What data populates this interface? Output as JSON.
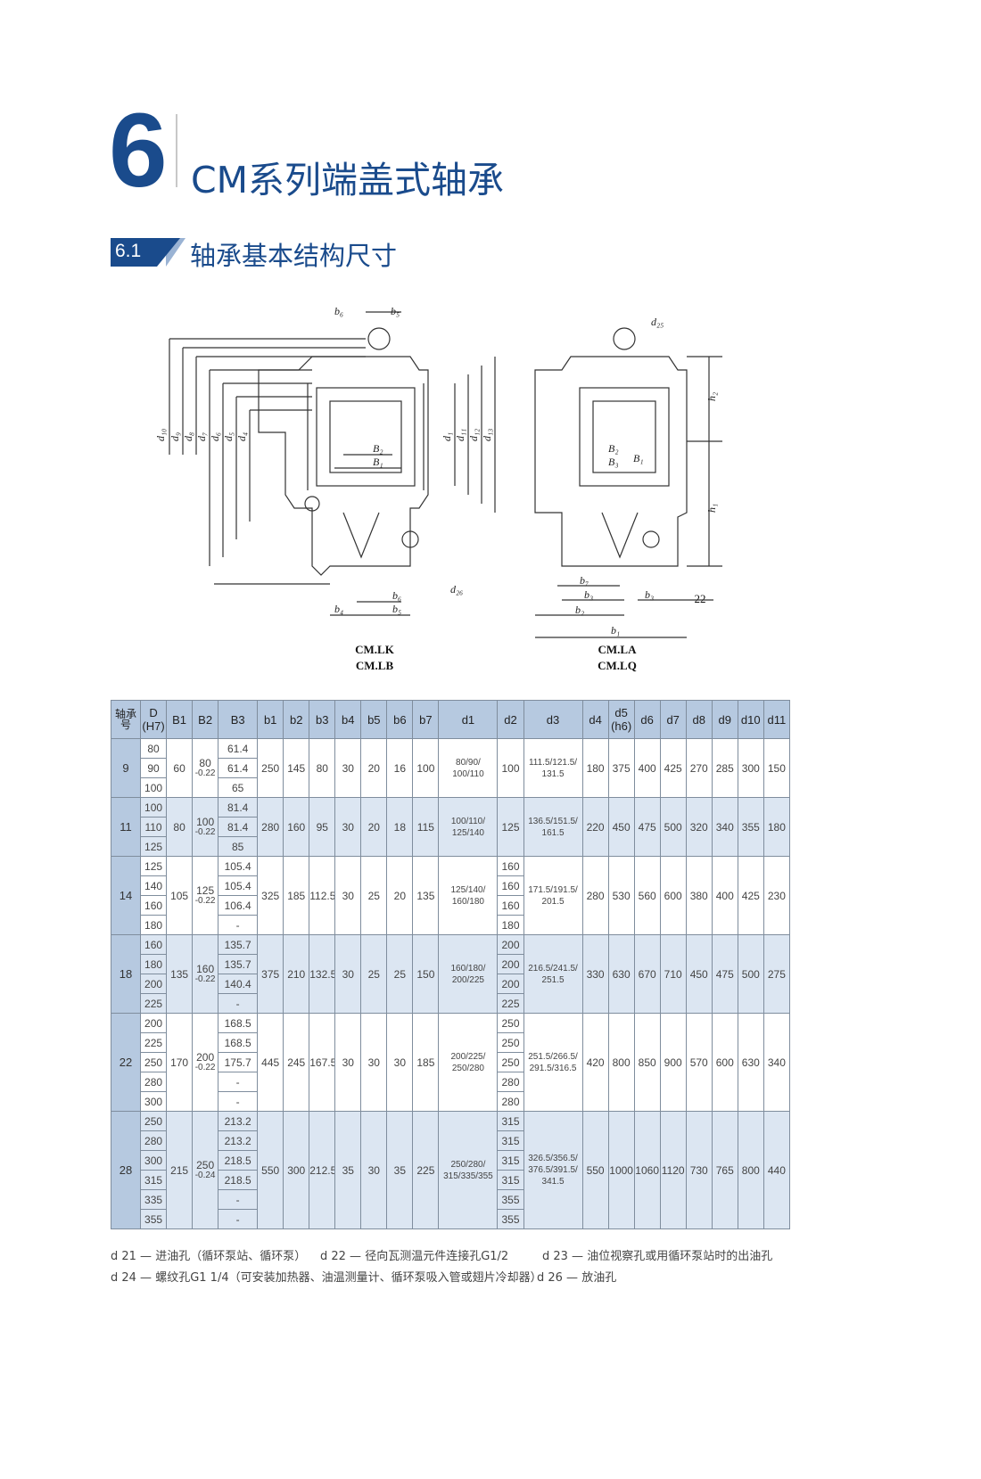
{
  "chapter": {
    "number": "6",
    "title": "CM系列端盖式轴承"
  },
  "section": {
    "number": "6.1",
    "title": "轴承基本结构尺寸"
  },
  "drawings": {
    "left_caption_1": "CM.LK",
    "left_caption_2": "CM.LB",
    "right_caption_1": "CM.LA",
    "right_caption_2": "CM.LQ",
    "dim_22": "22"
  },
  "table": {
    "headers": [
      "轴承号",
      "D (H7)",
      "B1",
      "B2",
      "B3",
      "b1",
      "b2",
      "b3",
      "b4",
      "b5",
      "b6",
      "b7",
      "d1",
      "d2",
      "d3",
      "d4",
      "d5 (h6)",
      "d6",
      "d7",
      "d8",
      "d9",
      "d10",
      "d11"
    ],
    "groups": [
      {
        "id": "9",
        "B1": "60",
        "B2": "80",
        "B2_tol": "-0.22",
        "b1": "250",
        "b2": "145",
        "b3": "80",
        "b4": "30",
        "b5": "20",
        "b6": "16",
        "b7": "100",
        "d1": "80/90/ 100/110",
        "d3": "111.5/121.5/ 131.5",
        "d4": "180",
        "d5": "375",
        "d6": "400",
        "d7": "425",
        "d8": "270",
        "d9": "285",
        "d10": "300",
        "d11": "150",
        "rows": [
          {
            "D": "80",
            "B3": "61.4",
            "d2": "100"
          },
          {
            "D": "90",
            "B3": "61.4"
          },
          {
            "D": "100",
            "B3": "65"
          }
        ],
        "d2_merged": true
      },
      {
        "id": "11",
        "B1": "80",
        "B2": "100",
        "B2_tol": "-0.22",
        "b1": "280",
        "b2": "160",
        "b3": "95",
        "b4": "30",
        "b5": "20",
        "b6": "18",
        "b7": "115",
        "d1": "100/110/ 125/140",
        "d3": "136.5/151.5/ 161.5",
        "d4": "220",
        "d5": "450",
        "d6": "475",
        "d7": "500",
        "d8": "320",
        "d9": "340",
        "d10": "355",
        "d11": "180",
        "rows": [
          {
            "D": "100",
            "B3": "81.4",
            "d2": "125"
          },
          {
            "D": "110",
            "B3": "81.4"
          },
          {
            "D": "125",
            "B3": "85"
          }
        ],
        "d2_merged": true
      },
      {
        "id": "14",
        "B1": "105",
        "B2": "125",
        "B2_tol": "-0.22",
        "b1": "325",
        "b2": "185",
        "b3": "112.5",
        "b4": "30",
        "b5": "25",
        "b6": "20",
        "b7": "135",
        "d1": "125/140/ 160/180",
        "d3": "171.5/191.5/ 201.5",
        "d4": "280",
        "d5": "530",
        "d6": "560",
        "d7": "600",
        "d8": "380",
        "d9": "400",
        "d10": "425",
        "d11": "230",
        "rows": [
          {
            "D": "125",
            "B3": "105.4",
            "d2": "160"
          },
          {
            "D": "140",
            "B3": "105.4",
            "d2": "160"
          },
          {
            "D": "160",
            "B3": "106.4",
            "d2": "160"
          },
          {
            "D": "180",
            "B3": "-",
            "d2": "180"
          }
        ],
        "d2_merged": false
      },
      {
        "id": "18",
        "B1": "135",
        "B2": "160",
        "B2_tol": "-0.22",
        "b1": "375",
        "b2": "210",
        "b3": "132.5",
        "b4": "30",
        "b5": "25",
        "b6": "25",
        "b7": "150",
        "d1": "160/180/ 200/225",
        "d3": "216.5/241.5/ 251.5",
        "d4": "330",
        "d5": "630",
        "d6": "670",
        "d7": "710",
        "d8": "450",
        "d9": "475",
        "d10": "500",
        "d11": "275",
        "rows": [
          {
            "D": "160",
            "B3": "135.7",
            "d2": "200"
          },
          {
            "D": "180",
            "B3": "135.7",
            "d2": "200"
          },
          {
            "D": "200",
            "B3": "140.4",
            "d2": "200"
          },
          {
            "D": "225",
            "B3": "-",
            "d2": "225"
          }
        ],
        "d2_merged": false
      },
      {
        "id": "22",
        "B1": "170",
        "B2": "200",
        "B2_tol": "-0.22",
        "b1": "445",
        "b2": "245",
        "b3": "167.5",
        "b4": "30",
        "b5": "30",
        "b6": "30",
        "b7": "185",
        "d1": "200/225/ 250/280",
        "d3": "251.5/266.5/ 291.5/316.5",
        "d4": "420",
        "d5": "800",
        "d6": "850",
        "d7": "900",
        "d8": "570",
        "d9": "600",
        "d10": "630",
        "d11": "340",
        "rows": [
          {
            "D": "200",
            "B3": "168.5",
            "d2": "250"
          },
          {
            "D": "225",
            "B3": "168.5",
            "d2": "250"
          },
          {
            "D": "250",
            "B3": "175.7",
            "d2": "250"
          },
          {
            "D": "280",
            "B3": "-",
            "d2": "280"
          },
          {
            "D": "300",
            "B3": "-",
            "d2": "280"
          }
        ],
        "d2_merged": false
      },
      {
        "id": "28",
        "B1": "215",
        "B2": "250",
        "B2_tol": "-0.24",
        "b1": "550",
        "b2": "300",
        "b3": "212.5",
        "b4": "35",
        "b5": "30",
        "b6": "35",
        "b7": "225",
        "d1": "250/280/ 315/335/355",
        "d3": "326.5/356.5/ 376.5/391.5/ 341.5",
        "d4": "550",
        "d5": "1000",
        "d6": "1060",
        "d7": "1120",
        "d8": "730",
        "d9": "765",
        "d10": "800",
        "d11": "440",
        "rows": [
          {
            "D": "250",
            "B3": "213.2",
            "d2": "315"
          },
          {
            "D": "280",
            "B3": "213.2",
            "d2": "315"
          },
          {
            "D": "300",
            "B3": "218.5",
            "d2": "315"
          },
          {
            "D": "315",
            "B3": "218.5",
            "d2": "315"
          },
          {
            "D": "335",
            "B3": "-",
            "d2": "355"
          },
          {
            "D": "355",
            "B3": "-",
            "d2": "355"
          }
        ],
        "d2_merged": false
      }
    ]
  },
  "notes": {
    "d21": "d 21 — 进油孔（循环泵站、循环泵）",
    "d22": "d 22 — 径向瓦测温元件连接孔G1/2",
    "d23": "d 23 — 油位视察孔或用循环泵站时的出油孔",
    "d24": "d 24 — 螺纹孔G1 1/4（可安装加热器、油温测量计、循环泵吸入管或翅片冷却器）",
    "d26": "d 26 — 放油孔"
  }
}
